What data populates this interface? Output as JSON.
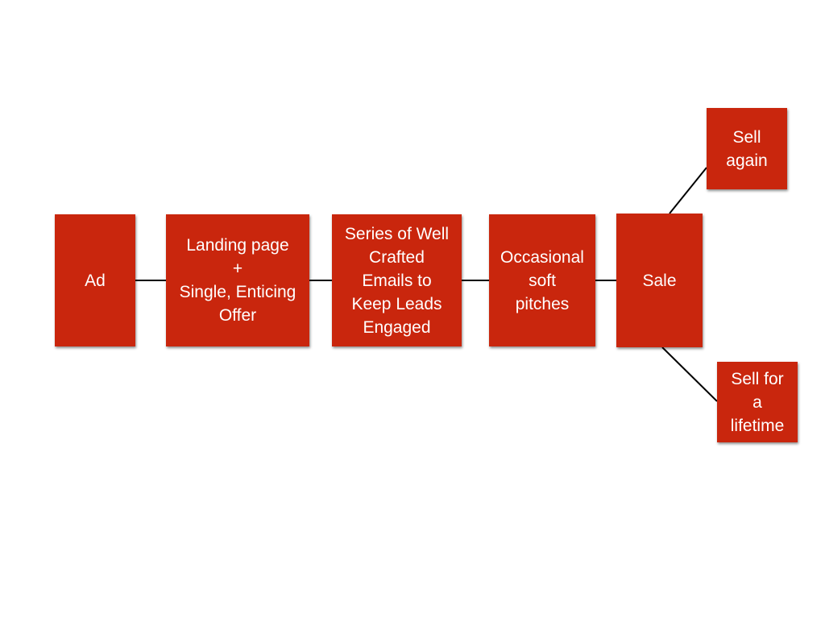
{
  "diagram": {
    "nodes": [
      {
        "id": "ad",
        "label": "Ad"
      },
      {
        "id": "landing",
        "label": "Landing page\n+\nSingle, Enticing\nOffer"
      },
      {
        "id": "emails",
        "label": "Series of Well\nCrafted\nEmails to\nKeep Leads\nEngaged"
      },
      {
        "id": "soft",
        "label": "Occasional\nsoft\npitches"
      },
      {
        "id": "sale",
        "label": "Sale"
      },
      {
        "id": "sellagain",
        "label": "Sell\nagain"
      },
      {
        "id": "lifetime",
        "label": "Sell for\na\nlifetime"
      }
    ],
    "edges": [
      [
        "ad",
        "landing"
      ],
      [
        "landing",
        "emails"
      ],
      [
        "emails",
        "soft"
      ],
      [
        "soft",
        "sale"
      ],
      [
        "sale",
        "sellagain"
      ],
      [
        "sale",
        "lifetime"
      ]
    ],
    "colors": {
      "box_fill": "#c9260d",
      "box_text": "#ffffff",
      "connector": "#000000",
      "background": "#ffffff"
    }
  }
}
